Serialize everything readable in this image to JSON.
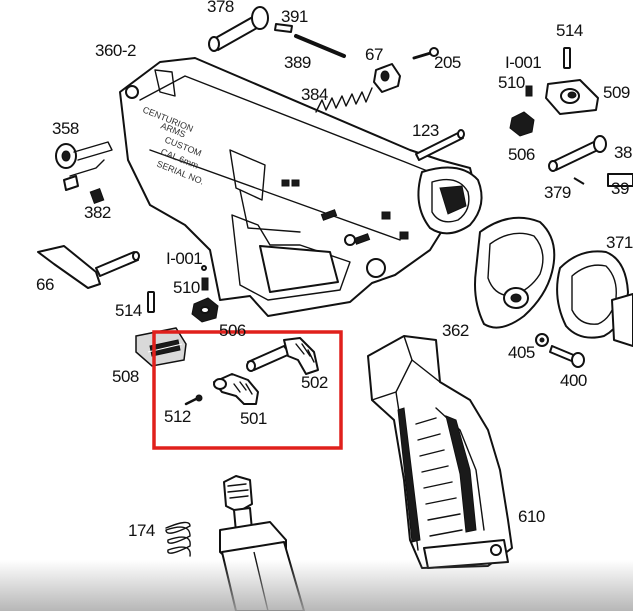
{
  "diagram": {
    "part_labels": {
      "p378": "378",
      "p391": "391",
      "p389": "389",
      "p360_2": "360-2",
      "p67": "67",
      "p205": "205",
      "p514_top": "514",
      "pI001_top": "I-001",
      "p510_top": "510",
      "p509": "509",
      "p384": "384",
      "p358": "358",
      "p123": "123",
      "p506_top": "506",
      "p38_right": "38",
      "p379": "379",
      "p39_right": "39",
      "p382": "382",
      "p371": "371",
      "pI001_mid": "I-001",
      "p66": "66",
      "p510_mid": "510",
      "p514_mid": "514",
      "p506_mid": "506",
      "p362": "362",
      "p508": "508",
      "p405": "405",
      "p502": "502",
      "p400": "400",
      "p512": "512",
      "p501": "501",
      "p610": "610",
      "p174": "174"
    },
    "receiver_markings": {
      "line1": "CENTURION",
      "line2": "ARMS",
      "line3": "CUSTOM",
      "line4": "CAL 6mm",
      "line5": "SERIAL NO."
    },
    "highlight_color": "#e0201c",
    "ink_color": "#111111"
  }
}
